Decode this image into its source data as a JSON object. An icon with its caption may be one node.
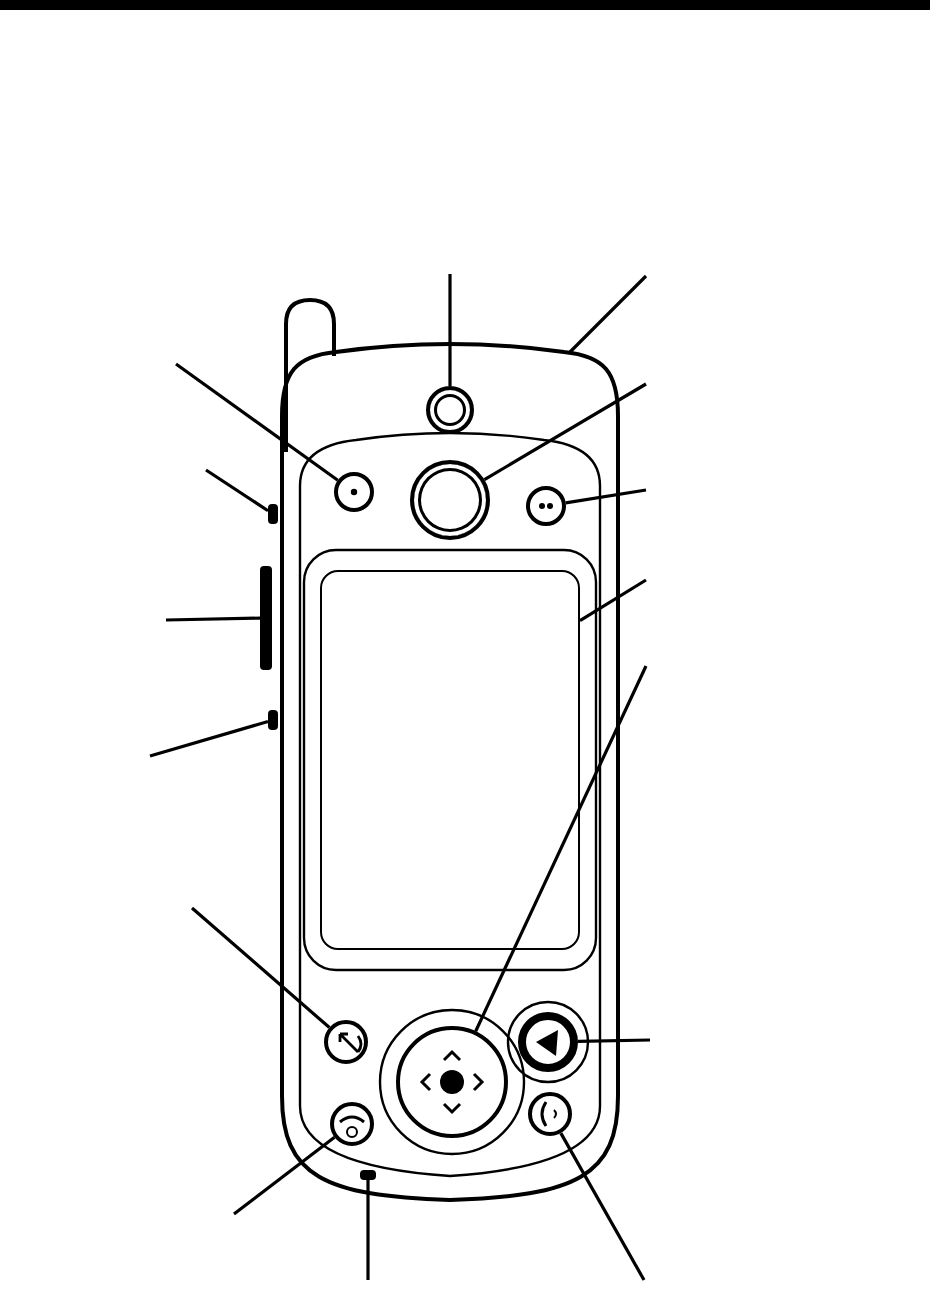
{
  "diagram": {
    "nodes": [
      {
        "text": [],
        "shape": "picture"
      },
      {
        "text": [],
        "shape": "circle",
        "in": 0
      },
      {
        "text": [],
        "shape": "circle",
        "in": 0
      },
      {
        "text": [],
        "shape": "circle",
        "in": 0
      },
      {
        "text": [],
        "shape": "bar"
      },
      {
        "text": [],
        "shape": "circle",
        "in": 0
      },
      {
        "text": [],
        "shape": "bar"
      },
      {
        "text": [],
        "shape": "box",
        "in": 0
      },
      {
        "text": [],
        "shape": "bar"
      },
      {
        "text": [],
        "shape": "circle",
        "in": 0
      },
      {
        "text": [],
        "shape": "circle",
        "in": 0
      },
      {
        "text": [],
        "shape": "circle",
        "in": 0
      },
      {
        "text": [],
        "shape": "circle",
        "in": 0
      },
      {
        "text": [],
        "shape": "circle",
        "in": 0
      },
      {
        "text": [],
        "shape": "bar",
        "in": 0
      }
    ],
    "edges": [
      {
        "from": null,
        "to": 1,
        "arrow": "none"
      },
      {
        "from": null,
        "to": 0,
        "arrow": "none"
      },
      {
        "from": null,
        "to": 2,
        "arrow": "none"
      },
      {
        "from": null,
        "to": 4,
        "arrow": "none"
      },
      {
        "from": null,
        "to": 3,
        "arrow": "none"
      },
      {
        "from": null,
        "to": 5,
        "arrow": "none"
      },
      {
        "from": null,
        "to": 6,
        "arrow": "none"
      },
      {
        "from": null,
        "to": 7,
        "arrow": "none"
      },
      {
        "from": null,
        "to": 8,
        "arrow": "none"
      },
      {
        "from": null,
        "to": 9,
        "arrow": "none"
      },
      {
        "from": null,
        "to": 10,
        "arrow": "none"
      },
      {
        "from": null,
        "to": 11,
        "arrow": "none"
      },
      {
        "from": null,
        "to": 12,
        "arrow": "none"
      },
      {
        "from": null,
        "to": 14,
        "arrow": "none"
      },
      {
        "from": null,
        "to": 13,
        "arrow": "none"
      }
    ]
  }
}
